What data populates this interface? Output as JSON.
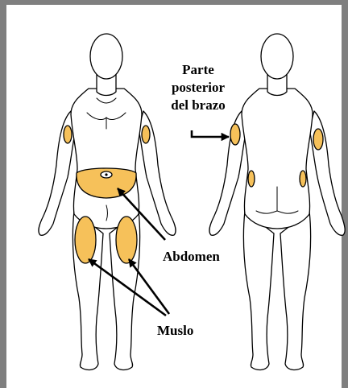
{
  "labels": {
    "back_of_arm_line1": "Parte",
    "back_of_arm_line2": "posterior",
    "back_of_arm_line3": "del brazo",
    "abdomen": "Abdomen",
    "thigh": "Muslo"
  },
  "colors": {
    "injection_site": "#f6c15a",
    "frame": "#7f7f7f"
  }
}
